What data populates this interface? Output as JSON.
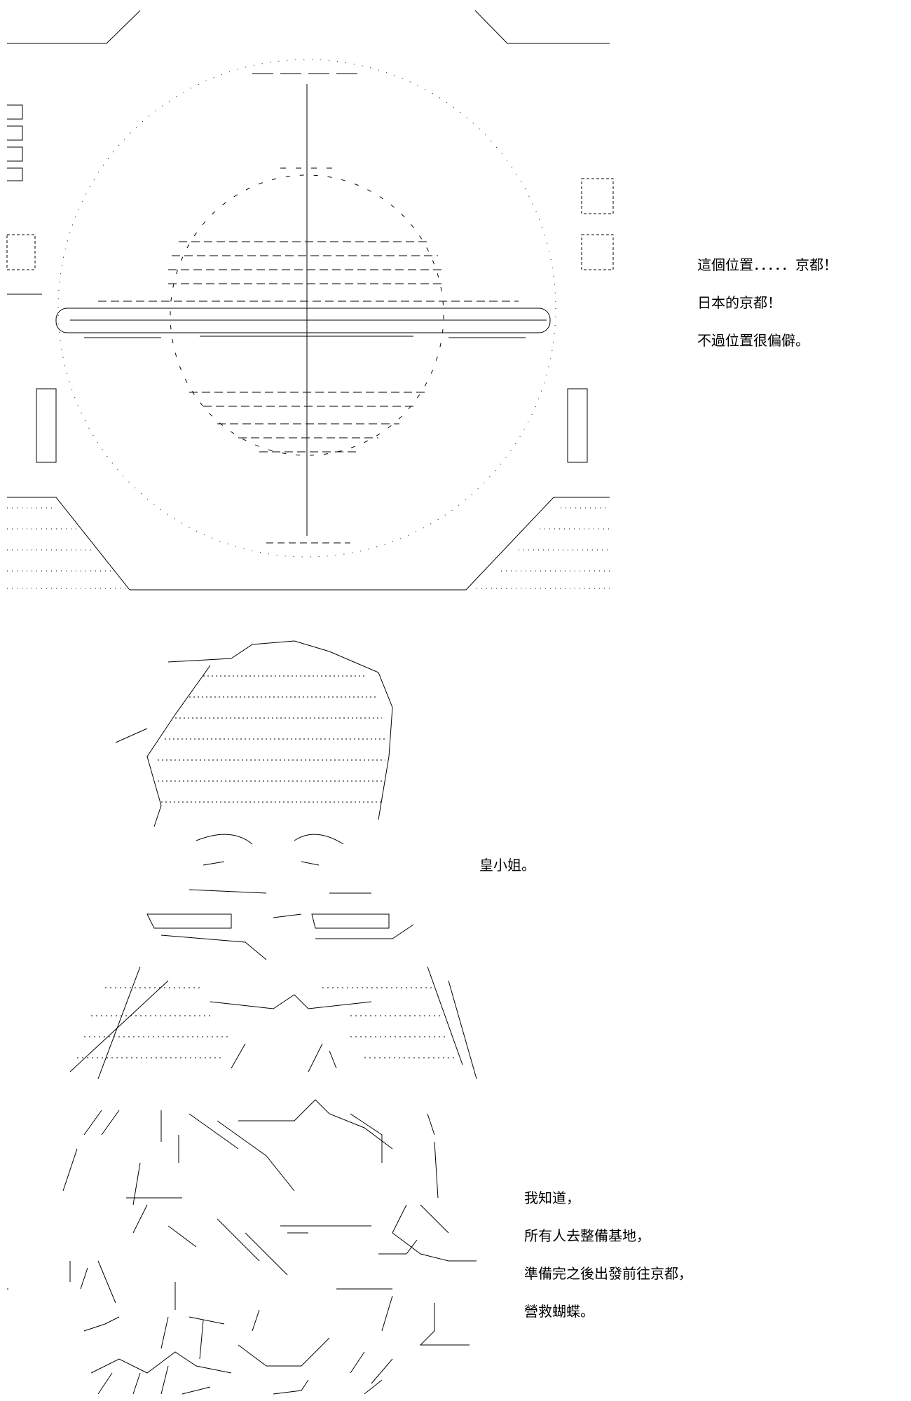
{
  "panel1": {
    "lines": [
      "這個位置．．．．．京都！",
      "日本的京都！",
      "不過位置很偏僻。"
    ]
  },
  "panel2": {
    "lines": [
      "皇小姐。"
    ]
  },
  "panel3": {
    "lines": [
      "我知道，",
      "所有人去整備基地，",
      "準備完之後出發前往京都，",
      "營救蝴蝶。"
    ]
  },
  "colors": {
    "ink": "#000000",
    "background": "#ffffff"
  }
}
